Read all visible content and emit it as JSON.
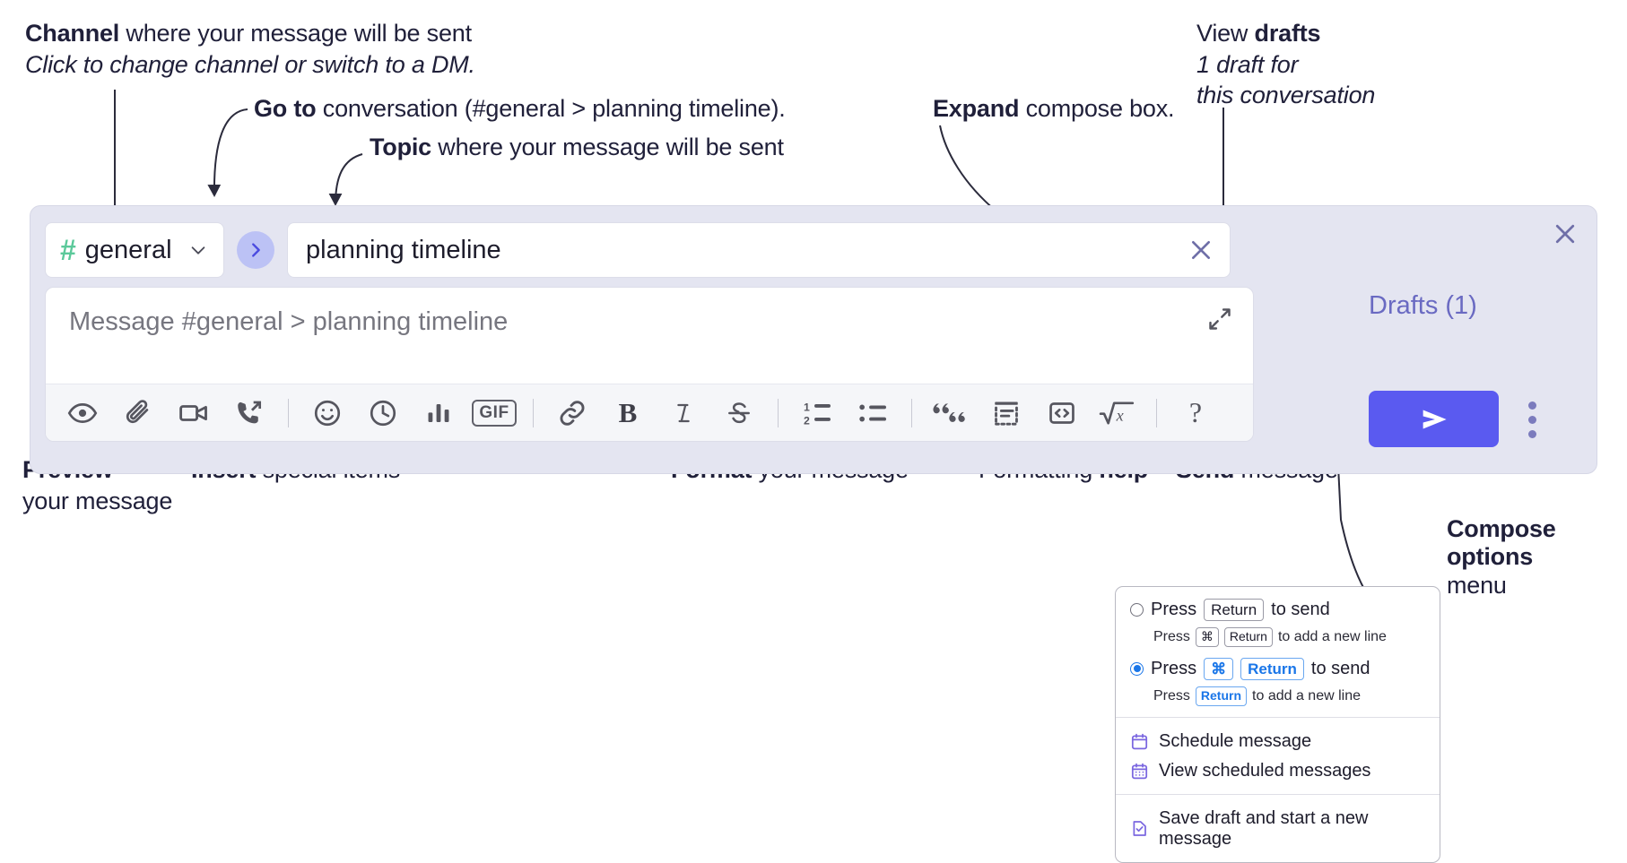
{
  "annotations": {
    "channel": {
      "title_bold": "Channel",
      "title_rest": " where your message will be sent",
      "subtitle": "Click to change channel or switch to a DM."
    },
    "goto": {
      "bold": "Go to",
      "rest": " conversation (#general > planning timeline)."
    },
    "topic": {
      "bold": "Topic",
      "rest": " where your message will be sent"
    },
    "expand": {
      "bold": "Expand",
      "rest": " compose box."
    },
    "drafts": {
      "bold_pre": "View ",
      "bold": "drafts",
      "line2": "1 draft for",
      "line3": "this conversation"
    },
    "preview": {
      "bold": "Preview",
      "line2": "your message"
    },
    "insert": {
      "bold": "Insert",
      "rest": " special items"
    },
    "format": {
      "bold": "Format",
      "rest": " your message"
    },
    "help": {
      "pre": "Formatting ",
      "bold": "help"
    },
    "send": {
      "bold": "Send",
      "rest": " message"
    },
    "compose_options": {
      "line1": "Compose",
      "line2": "options",
      "line3": "menu"
    }
  },
  "compose": {
    "channel_button": {
      "hash": "#",
      "name": "general",
      "caret_icon": "chevron-down-icon"
    },
    "goto_button": {
      "icon": "chevron-right-icon"
    },
    "topic_field": {
      "value": "planning timeline",
      "clear_icon": "close-icon"
    },
    "message_input": {
      "placeholder": "Message #general > planning timeline",
      "value": ""
    },
    "expand_icon": "expand-icon",
    "close_icon": "close-icon",
    "drafts_label": "Drafts (1)",
    "send_icon": "send-paper-plane-icon",
    "kebab_icon": "more-options-vertical-icon",
    "toolbar": [
      {
        "name": "preview-icon",
        "label": "Preview"
      },
      {
        "name": "attachment-icon",
        "label": "Attach file"
      },
      {
        "name": "video-camera-icon",
        "label": "Record video clip"
      },
      {
        "name": "phone-forward-icon",
        "label": "Record audio clip"
      },
      {
        "name": "separator",
        "label": ""
      },
      {
        "name": "emoji-icon",
        "label": "Emoji"
      },
      {
        "name": "clock-icon",
        "label": "Reminder"
      },
      {
        "name": "poll-bar-chart-icon",
        "label": "Poll"
      },
      {
        "name": "gif-icon",
        "label": "GIF"
      },
      {
        "name": "separator",
        "label": ""
      },
      {
        "name": "link-icon",
        "label": "Link"
      },
      {
        "name": "bold-icon",
        "label": "B"
      },
      {
        "name": "italic-icon",
        "label": "I"
      },
      {
        "name": "strikethrough-icon",
        "label": "S"
      },
      {
        "name": "separator",
        "label": ""
      },
      {
        "name": "ordered-list-icon",
        "label": "Ordered list"
      },
      {
        "name": "bulleted-list-icon",
        "label": "Bulleted list"
      },
      {
        "name": "separator",
        "label": ""
      },
      {
        "name": "blockquote-icon",
        "label": "Blockquote"
      },
      {
        "name": "code-block-icon",
        "label": "Code block"
      },
      {
        "name": "inline-code-icon",
        "label": "Code"
      },
      {
        "name": "math-icon",
        "label": "Math"
      },
      {
        "name": "separator",
        "label": ""
      },
      {
        "name": "help-icon",
        "label": "?"
      }
    ]
  },
  "menu": {
    "option1": {
      "press": "Press",
      "key": "Return",
      "to_send": "to send",
      "sub_press": "Press",
      "sub_key1": "⌘",
      "sub_key2": "Return",
      "sub_tail": "to add a new line",
      "selected": false
    },
    "option2": {
      "press": "Press",
      "key1": "⌘",
      "key2": "Return",
      "to_send": "to send",
      "sub_press": "Press",
      "sub_key": "Return",
      "sub_tail": "to add a new line",
      "selected": true
    },
    "items": [
      {
        "icon": "calendar-schedule-icon",
        "label": "Schedule message"
      },
      {
        "icon": "calendar-grid-icon",
        "label": "View scheduled messages"
      },
      {
        "icon": "document-check-icon",
        "label": "Save draft and start a new message"
      }
    ]
  },
  "colors": {
    "compose_bg": "#e4e5f1",
    "accent_purple": "#5a5af0",
    "hash_green": "#5bc99a",
    "drafts_text": "#6a6ac2",
    "goto_circle": "#bcc2f5",
    "menu_blue": "#1a76e8"
  }
}
